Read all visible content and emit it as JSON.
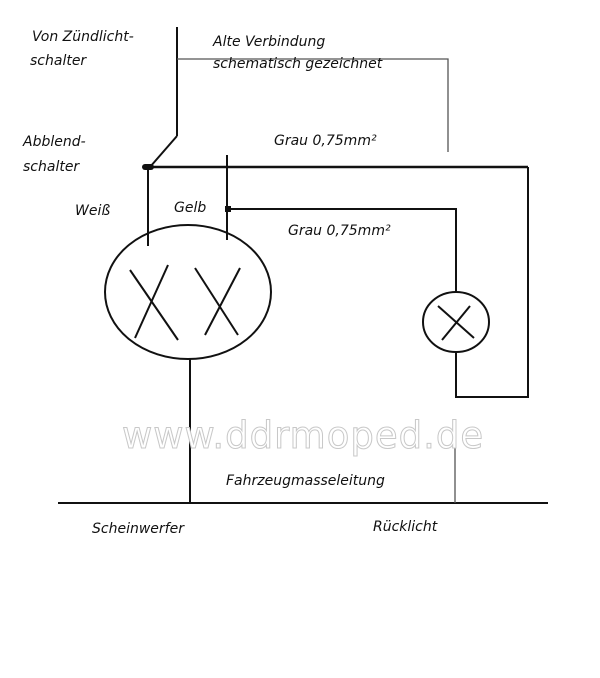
{
  "labels": {
    "from_switch": "Von Zündlicht-",
    "from_switch_2": "schalter",
    "old_connection": "Alte Verbindung",
    "old_connection_2": "schematisch gezeichnet",
    "dimmer": "Abblend-",
    "dimmer_2": "schalter",
    "grey_wire_1": "Grau 0,75mm²",
    "white": "Weiß",
    "yellow": "Gelb",
    "grey_wire_2": "Grau 0,75mm²",
    "ground_line": "Fahrzeugmasseleitung",
    "headlight": "Scheinwerfer",
    "tail_light": "Rücklicht"
  },
  "watermark": "www.ddrmoped.de"
}
